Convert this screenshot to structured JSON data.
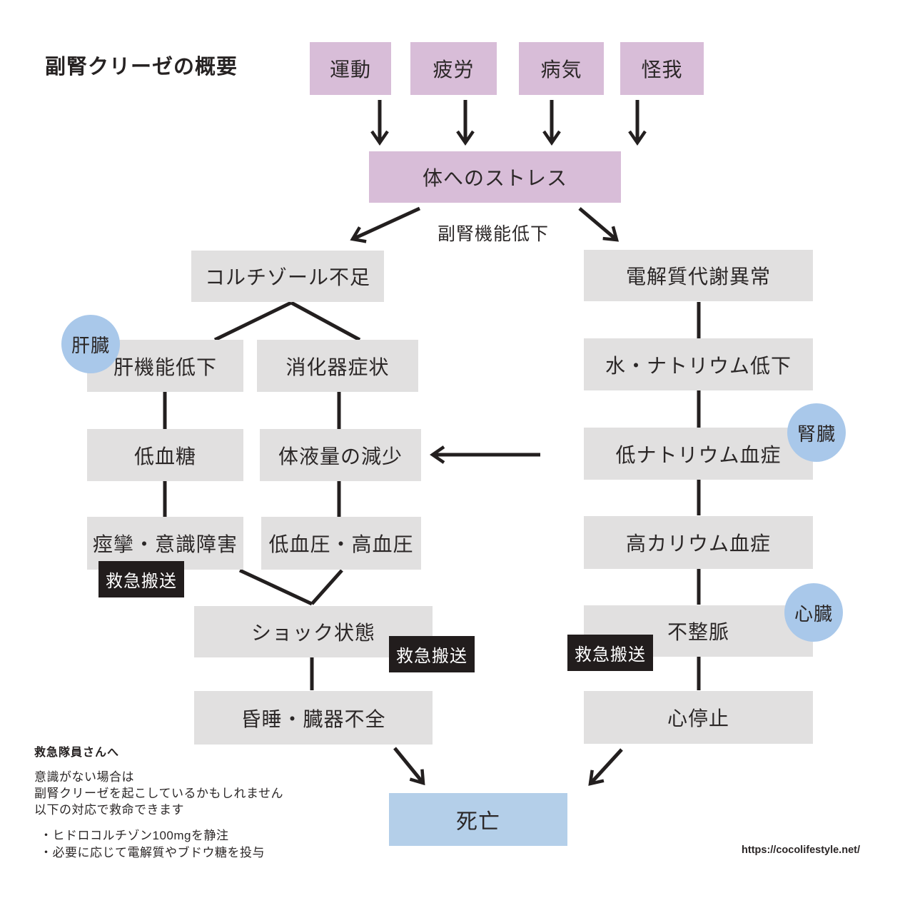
{
  "title": "副腎クリーゼの概要",
  "colors": {
    "cause_box": "#d8bdd8",
    "symptom_box": "#e1e0e0",
    "organ_badge": "#a9c8ea",
    "transport_badge": "#221d1d",
    "death_box": "#b4cfe9",
    "line": "#231f1f"
  },
  "nodes": {
    "causes": [
      "運動",
      "疲労",
      "病気",
      "怪我"
    ],
    "stress": "体へのストレス",
    "adrenal_label": "副腎機能低下",
    "cortisol": "コルチゾール不足",
    "electrolyte": "電解質代謝異常",
    "liver_col": [
      "肝機能低下",
      "低血糖",
      "痙攣・意識障害"
    ],
    "mid_col": [
      "消化器症状",
      "体液量の減少",
      "低血圧・高血圧"
    ],
    "right_col": [
      "水・ナトリウム低下",
      "低ナトリウム血症",
      "高カリウム血症",
      "不整脈",
      "心停止"
    ],
    "shock": "ショック状態",
    "coma": "昏睡・臓器不全",
    "death": "死亡"
  },
  "badges": {
    "liver": "肝臓",
    "kidney": "腎臓",
    "heart": "心臓",
    "transport": "救急搬送"
  },
  "note": {
    "heading": "救急隊員さんへ",
    "lines": [
      "意識がない場合は",
      "副腎クリーゼを起こしているかもしれません",
      "以下の対応で救命できます"
    ],
    "bullets": [
      "・ヒドロコルチゾン100mgを静注",
      "・必要に応じて電解質やブドウ糖を投与"
    ]
  },
  "footer": {
    "url": "https://cocolifestyle.net/"
  }
}
